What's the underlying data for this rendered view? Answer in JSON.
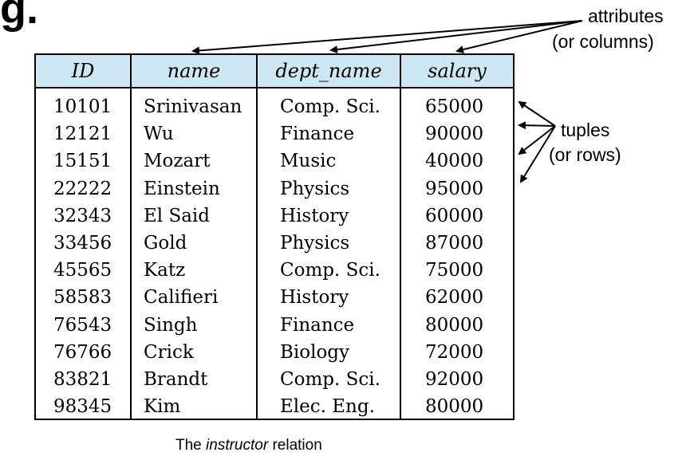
{
  "heading": "g.",
  "table": {
    "headers": [
      "ID",
      "name",
      "dept_name",
      "salary"
    ],
    "rows": [
      [
        "10101",
        "Srinivasan",
        "Comp. Sci.",
        "65000"
      ],
      [
        "12121",
        "Wu",
        "Finance",
        "90000"
      ],
      [
        "15151",
        "Mozart",
        "Music",
        "40000"
      ],
      [
        "22222",
        "Einstein",
        "Physics",
        "95000"
      ],
      [
        "32343",
        "El Said",
        "History",
        "60000"
      ],
      [
        "33456",
        "Gold",
        "Physics",
        "87000"
      ],
      [
        "45565",
        "Katz",
        "Comp. Sci.",
        "75000"
      ],
      [
        "58583",
        "Califieri",
        "History",
        "62000"
      ],
      [
        "76543",
        "Singh",
        "Finance",
        "80000"
      ],
      [
        "76766",
        "Crick",
        "Biology",
        "72000"
      ],
      [
        "83821",
        "Brandt",
        "Comp. Sci.",
        "92000"
      ],
      [
        "98345",
        "Kim",
        "Elec. Eng.",
        "80000"
      ]
    ]
  },
  "annotations": {
    "attributes_line1": "attributes",
    "attributes_line2": "(or columns)",
    "tuples_line1": "tuples",
    "tuples_line2": "(or rows)"
  },
  "caption": {
    "prefix": "The ",
    "emphasis": "instructor",
    "suffix": " relation"
  },
  "colors": {
    "header_fill": "#cde8f4",
    "border": "#000000"
  }
}
